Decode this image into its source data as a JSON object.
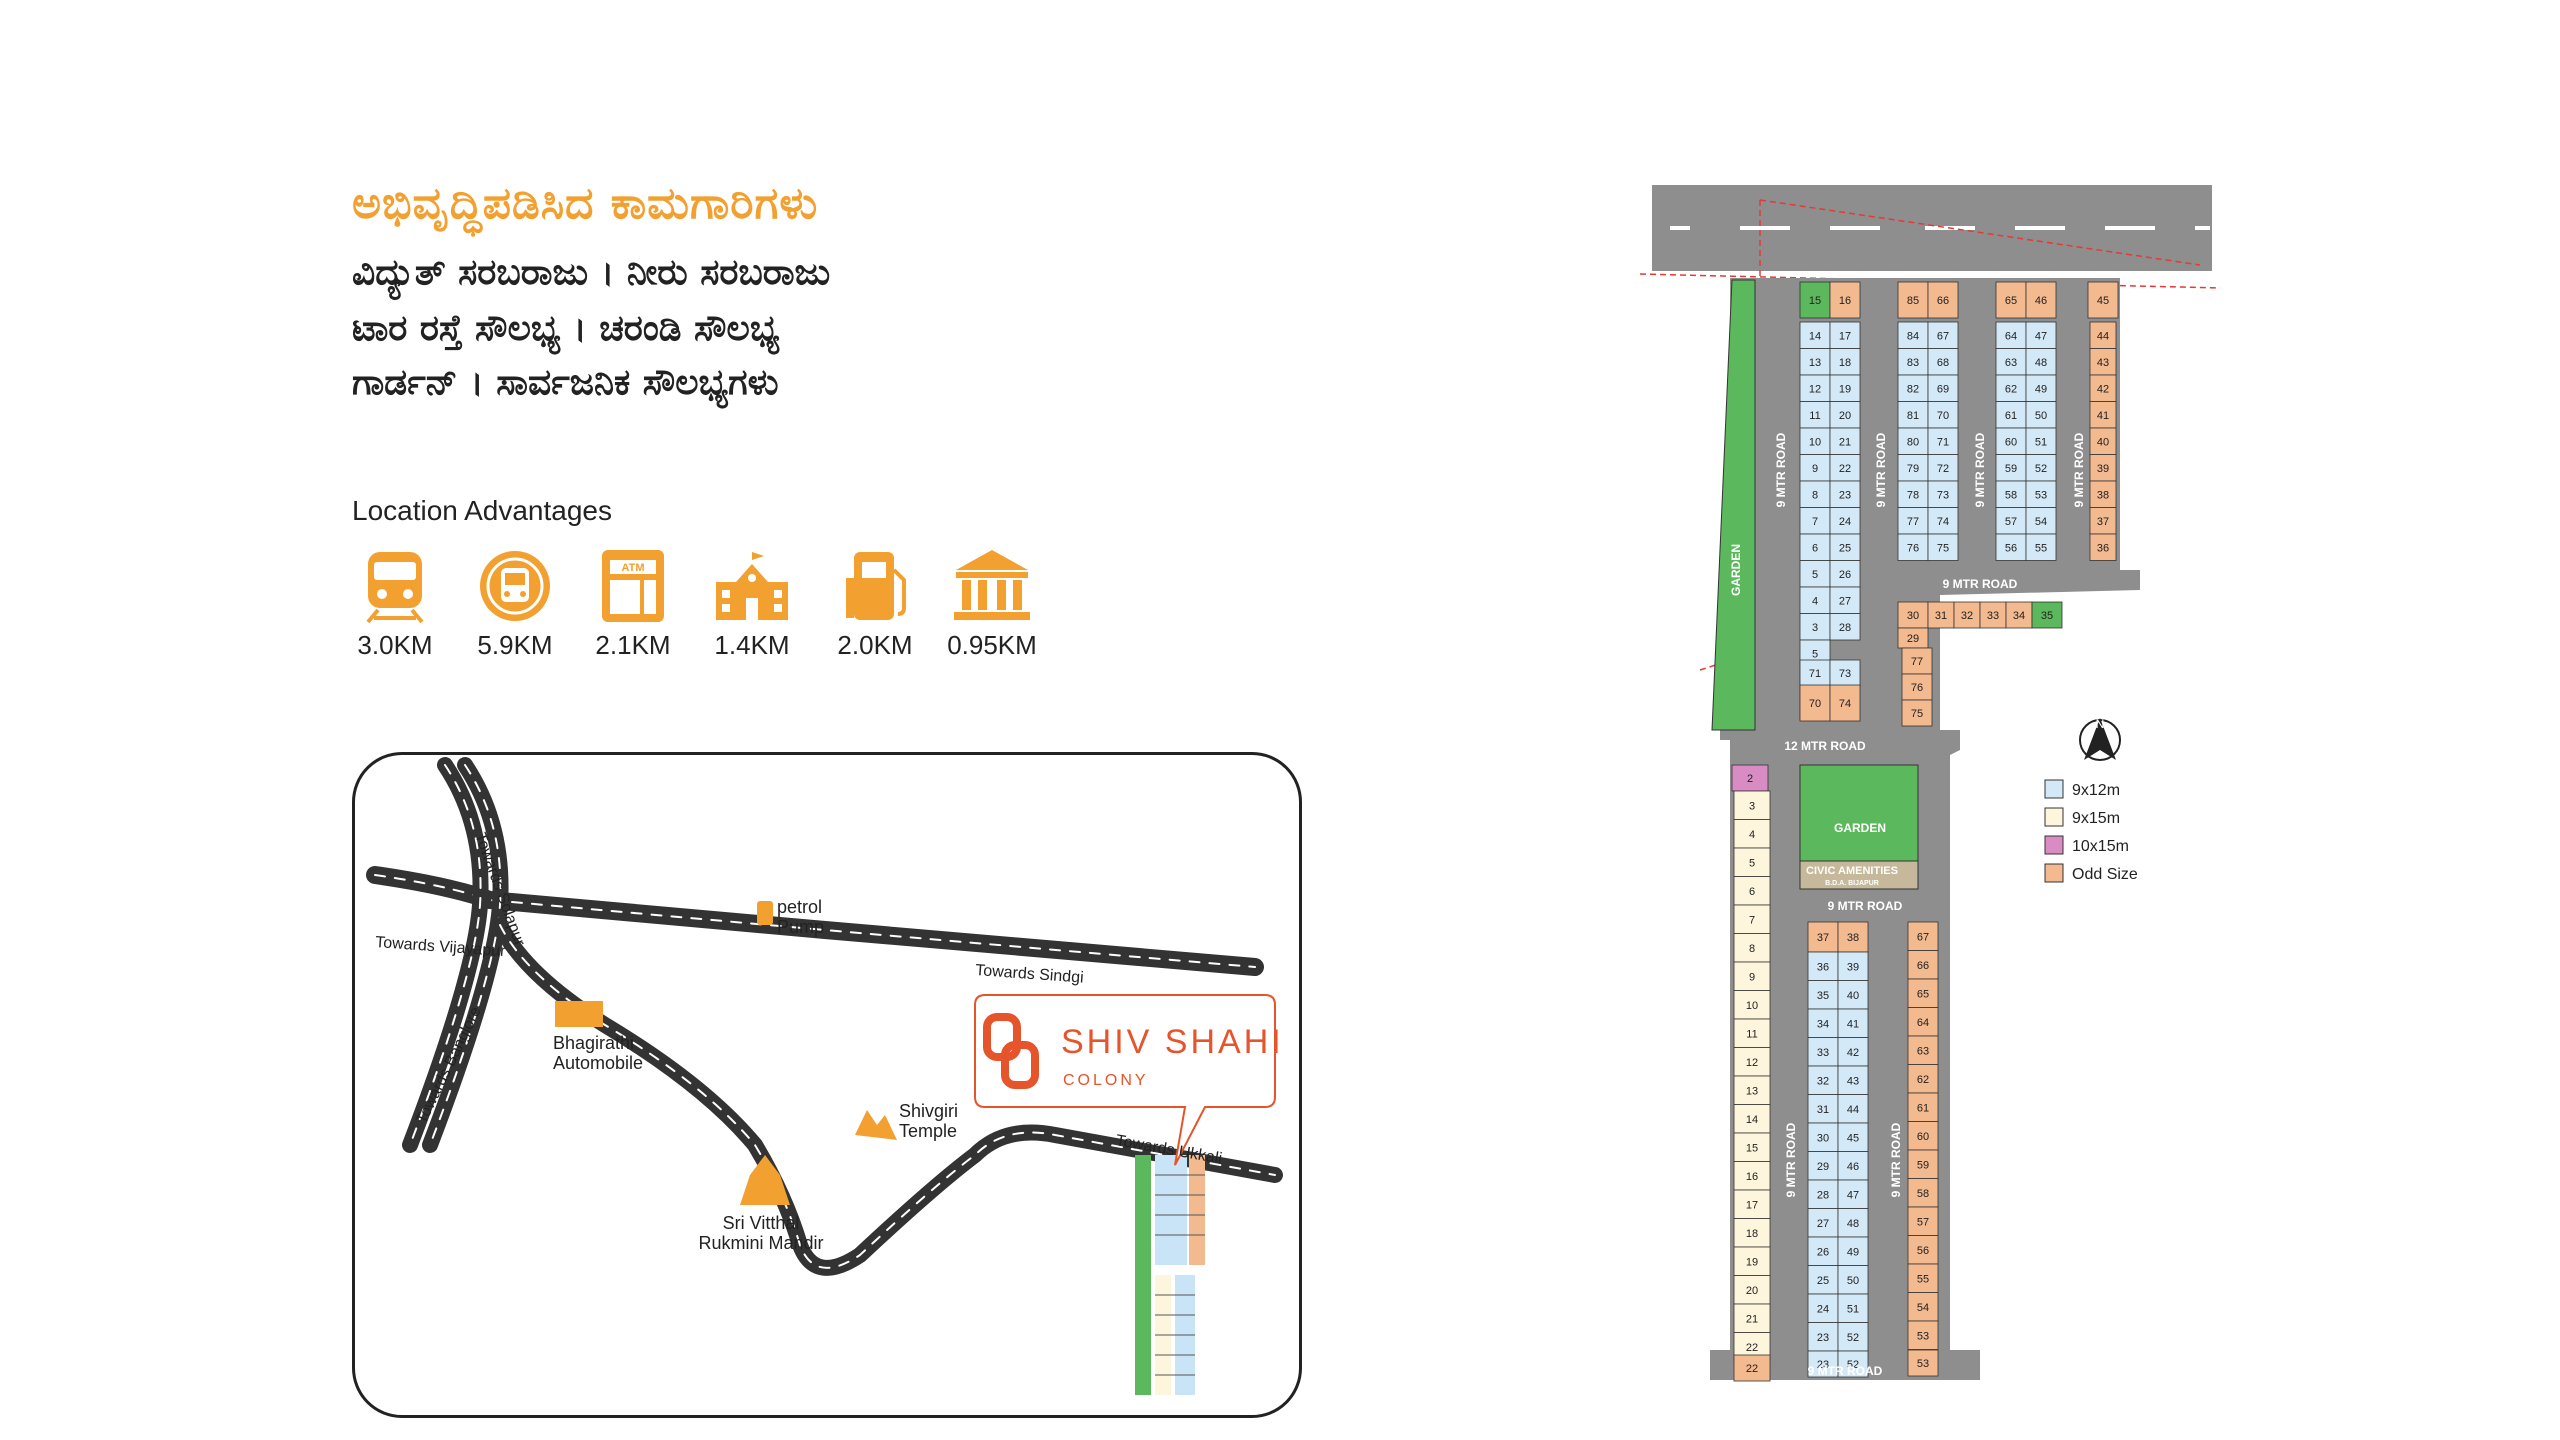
{
  "header": {
    "title": "ಅಭಿವೃದ್ಧಿಪಡಿಸಿದ ಕಾಮಗಾರಿಗಳು",
    "lines": [
      "ವಿದ್ಯುತ್ ಸರಬರಾಜು । ನೀರು ಸರಬರಾಜು",
      "ಟಾರ ರಸ್ತೆ ಸೌಲಭ್ಯ । ಚರಂಡಿ ಸೌಲಭ್ಯ",
      "ಗಾರ್ಡನ್ । ಸಾರ್ವಜನಿಕ ಸೌಲಭ್ಯಗಳು"
    ]
  },
  "location": {
    "title": "Location Advantages",
    "items": [
      {
        "icon": "train-icon",
        "distance": "3.0KM"
      },
      {
        "icon": "bus-icon",
        "distance": "5.9KM"
      },
      {
        "icon": "atm-icon",
        "distance": "2.1KM"
      },
      {
        "icon": "school-icon",
        "distance": "1.4KM"
      },
      {
        "icon": "fuel-pump-icon",
        "distance": "2.0KM"
      },
      {
        "icon": "bank-icon",
        "distance": "0.95KM"
      }
    ]
  },
  "map": {
    "labels": {
      "towards_solapur": "Towards Solapur",
      "towards_vijayapur": "Towards Vijayapur",
      "towards_sindgi": "Towards Sindgi",
      "towards_banglore": "Towards Banglore",
      "towards_ukkali": "Towards Ukkali",
      "petrol_1": "petrol",
      "petrol_2": "Pump",
      "bhagirathi_1": "Bhagirathi",
      "bhagirathi_2": "Automobile",
      "shivgiri_1": "Shivgiri",
      "shivgiri_2": "Temple",
      "vitthal_1": "Sri Vitthal",
      "vitthal_2": "Rukmini Mandir",
      "logo_name": "SHIV SHAHI",
      "logo_sub": "COLONY"
    },
    "colors": {
      "road": "#333333",
      "accent": "#f2a030",
      "logo": "#e5542a"
    }
  },
  "plan": {
    "roads": {
      "mtr9": "9 MTR ROAD",
      "mtr12": "12 MTR ROAD",
      "garden": "GARDEN",
      "civic": "CIVIC AMENITIES",
      "civic_sub": "B.D.A. BIJAPUR"
    },
    "legend": [
      {
        "label": "9x12m",
        "color": "#d4e9f7"
      },
      {
        "label": "9x15m",
        "color": "#fdf6dc"
      },
      {
        "label": "10x15m",
        "color": "#d98cc4"
      },
      {
        "label": "Odd Size",
        "color": "#f3b98f"
      }
    ],
    "north": "N",
    "colors": {
      "blue": "#d4e9f7",
      "cream": "#fdf6dc",
      "pink": "#d98cc4",
      "orange": "#f3b98f",
      "green": "#5cb85c",
      "road": "#8e8e8e"
    }
  }
}
